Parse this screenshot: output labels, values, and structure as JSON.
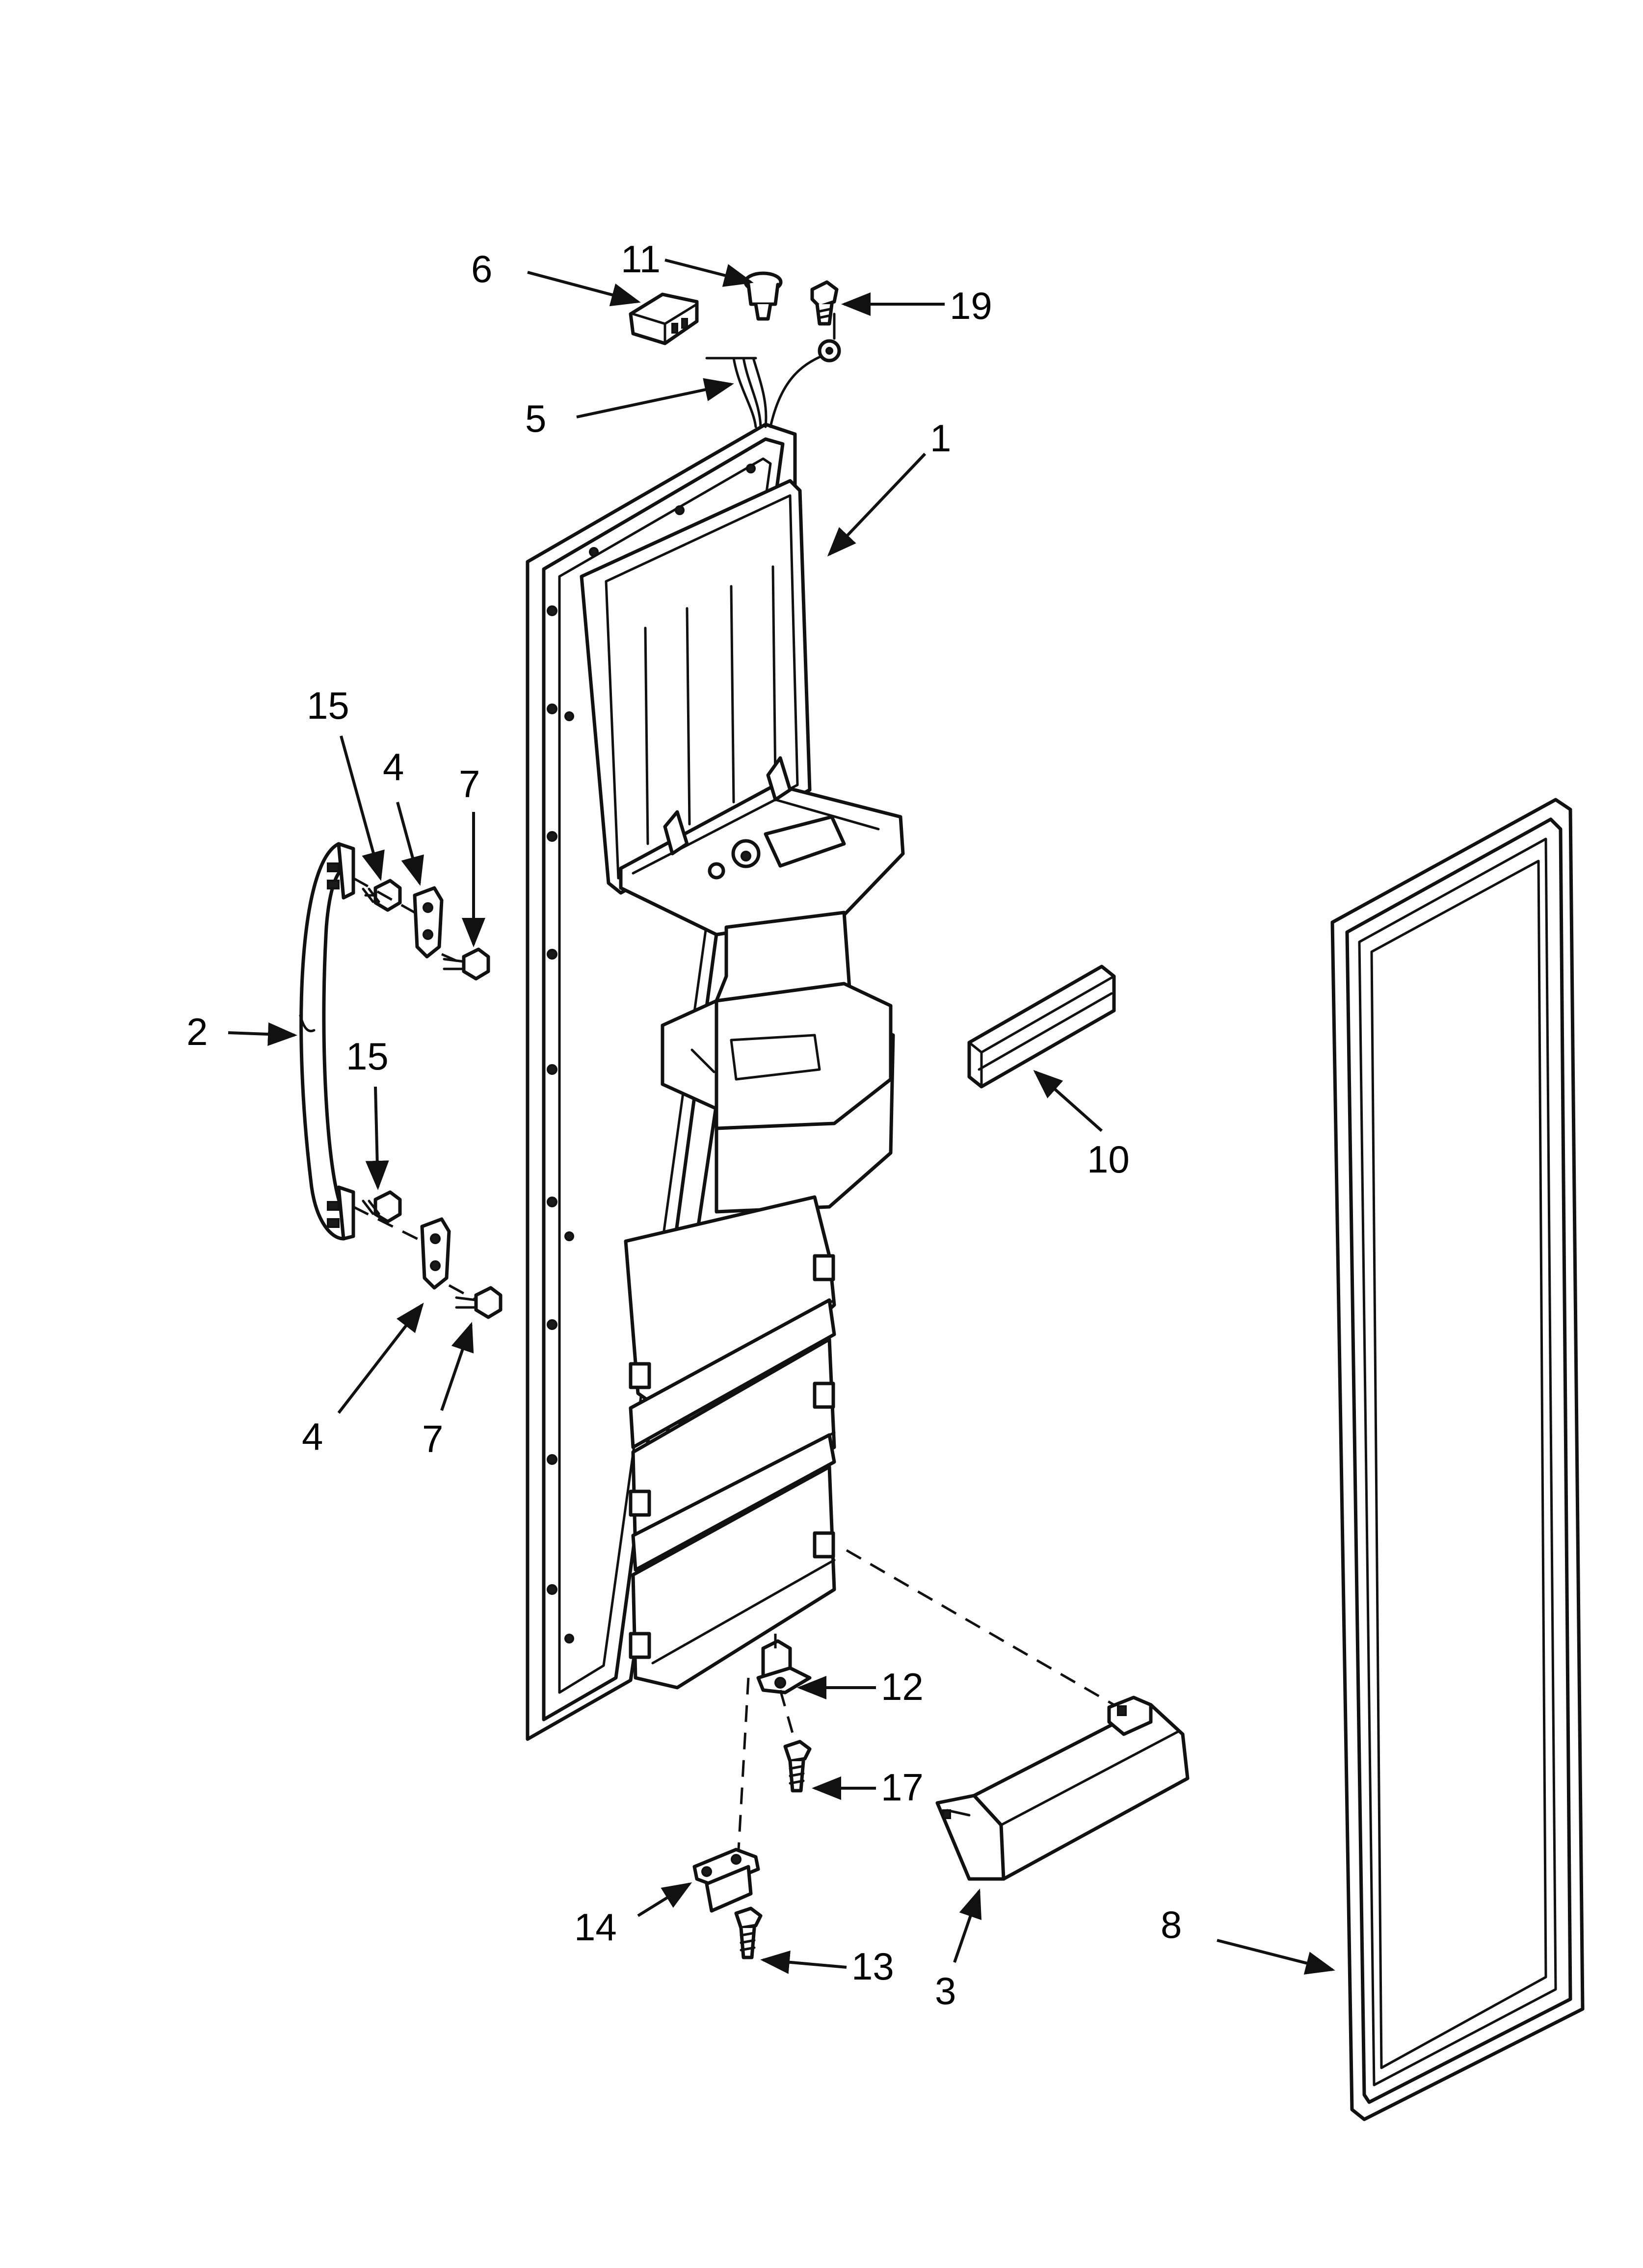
{
  "diagram": {
    "type": "exploded-parts-view",
    "callouts": [
      {
        "id": "c1",
        "label": "1"
      },
      {
        "id": "c2",
        "label": "2"
      },
      {
        "id": "c3",
        "label": "3"
      },
      {
        "id": "c4a",
        "label": "4"
      },
      {
        "id": "c4b",
        "label": "4"
      },
      {
        "id": "c5",
        "label": "5"
      },
      {
        "id": "c6",
        "label": "6"
      },
      {
        "id": "c7a",
        "label": "7"
      },
      {
        "id": "c7b",
        "label": "7"
      },
      {
        "id": "c8",
        "label": "8"
      },
      {
        "id": "c10",
        "label": "10"
      },
      {
        "id": "c11",
        "label": "11"
      },
      {
        "id": "c12",
        "label": "12"
      },
      {
        "id": "c13",
        "label": "13"
      },
      {
        "id": "c14",
        "label": "14"
      },
      {
        "id": "c15a",
        "label": "15"
      },
      {
        "id": "c15b",
        "label": "15"
      },
      {
        "id": "c17",
        "label": "17"
      },
      {
        "id": "c19",
        "label": "19"
      }
    ]
  }
}
